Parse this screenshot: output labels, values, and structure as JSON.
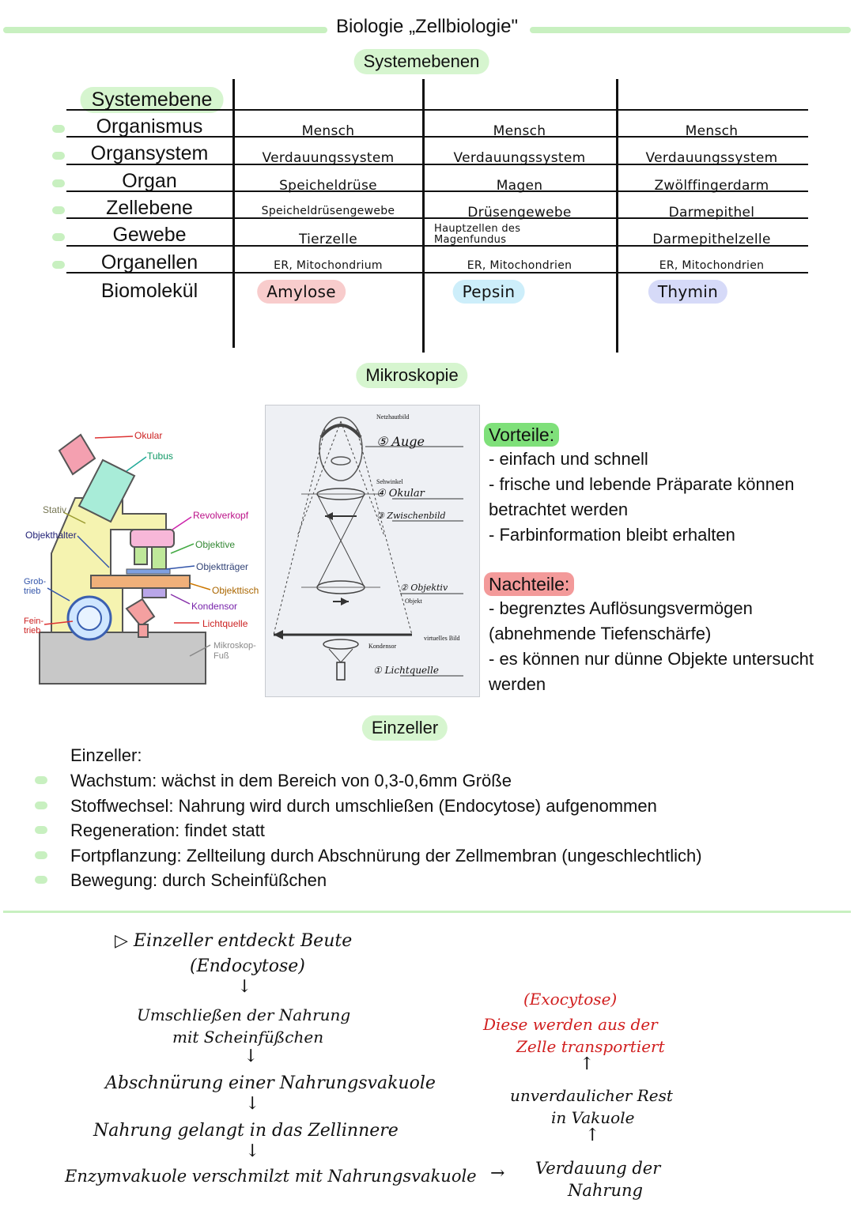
{
  "header": {
    "title": "Biologie „Zellbiologie\""
  },
  "systemebenen": {
    "heading": "Systemebenen",
    "column_header": "Systemebene",
    "rows": [
      {
        "label": "Organismus",
        "cells": [
          "Mensch",
          "Mensch",
          "Mensch"
        ]
      },
      {
        "label": "Organsystem",
        "cells": [
          "Verdauungssystem",
          "Verdauungssystem",
          "Verdauungssystem"
        ]
      },
      {
        "label": "Organ",
        "cells": [
          "Speicheldrüse",
          "Magen",
          "Zwölffingerdarm"
        ]
      },
      {
        "label": "Zellebene",
        "cells": [
          "Speicheldrüsengewebe",
          "Drüsengewebe",
          "Darmepithel"
        ]
      },
      {
        "label": "Gewebe",
        "cells": [
          "Tierzelle",
          "Hauptzellen des Magenfundus",
          "Darmepithelzelle"
        ]
      },
      {
        "label": "Organellen",
        "cells": [
          "ER, Mitochondrium",
          "ER, Mitochondrien",
          "ER, Mitochondrien"
        ]
      }
    ],
    "biomolecule_label": "Biomolekül",
    "biomolecules": [
      {
        "name": "Amylose",
        "color": "#f8cccc"
      },
      {
        "name": "Pepsin",
        "color": "#cdeefa"
      },
      {
        "name": "Thymin",
        "color": "#d6daf8"
      }
    ]
  },
  "mikroskopie": {
    "heading": "Mikroskopie",
    "microscope_labels": {
      "okular": "Okular",
      "tubus": "Tubus",
      "stativ": "Stativ",
      "objekthalter": "Objekthalter",
      "revolverkopf": "Revolverkopf",
      "objektive": "Objektive",
      "objekttraeger": "Objektträger",
      "grobtrieb": "Grob-\ntrieb",
      "objekttisch": "Objekttisch",
      "kondensor": "Kondensor",
      "feintrieb": "Fein-\ntrieb",
      "lichtquelle": "Lichtquelle",
      "fuss": "Mikroskop-\nFuß"
    },
    "ray_labels": {
      "netzhautbild": "Netzhautbild",
      "auge": "⑤ Auge",
      "sehwinkel": "Sehwinkel",
      "okular": "④ Okular",
      "zwischenbild": "③ Zwischenbild",
      "objektiv": "② Objektiv",
      "objekt": "Objekt",
      "virtuelles_bild": "virtuelles Bild",
      "kondensor": "Kondensor",
      "lichtquelle": "① Lichtquelle"
    },
    "vorteile_title": "Vorteile:",
    "vorteile": [
      "- einfach und schnell",
      "- frische und lebende Präparate können",
      "betrachtet werden",
      "- Farbinformation bleibt erhalten"
    ],
    "nachteile_title": "Nachteile:",
    "nachteile": [
      "- begrenztes Auflösungsvermögen",
      "(abnehmende Tiefenschärfe)",
      "- es können nur dünne Objekte untersucht",
      "werden"
    ]
  },
  "einzeller": {
    "heading": "Einzeller",
    "intro": "Einzeller:",
    "items": [
      "Wachstum: wächst in dem Bereich von 0,3-0,6mm Größe",
      "Stoffwechsel: Nahrung wird durch umschließen (Endocytose) aufgenommen",
      "Regeneration: findet statt",
      "Fortpflanzung: Zellteilung durch Abschnürung der Zellmembran (ungeschlechtlich)",
      "Bewegung: durch Scheinfüßchen"
    ]
  },
  "flow": {
    "start": "▷ Einzeller entdeckt Beute",
    "start_sub": "(Endocytose)",
    "step1a": "Umschließen der Nahrung",
    "step1b": "mit Scheinfüßchen",
    "step2": "Abschnürung einer Nahrungsvakuole",
    "step3": "Nahrung gelangt in das Zellinnere",
    "step4": "Enzymvakuole verschmilzt mit Nahrungsvakuole",
    "arrow_right": "→",
    "digest_a": "Verdauung der",
    "digest_b": "Nahrung",
    "rest_a": "unverdaulicher Rest",
    "rest_b": "in Vakuole",
    "exo": "(Exocytose)",
    "exo_a": "Diese werden aus der",
    "exo_b": "Zelle transportiert",
    "down": "↓",
    "up": "↑"
  }
}
